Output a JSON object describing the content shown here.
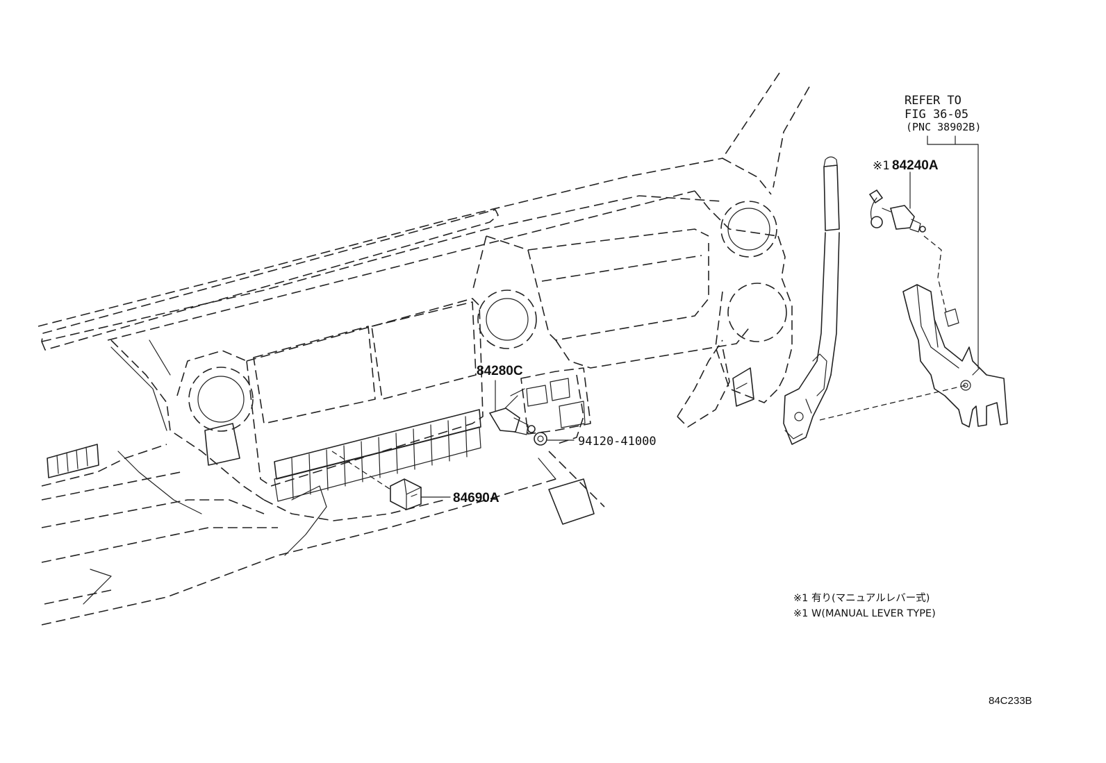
{
  "labels": {
    "part_84280c": "84280C",
    "part_94120": "94120-41000",
    "part_84690a": "84690A",
    "part_84240a": "84240A",
    "ref_mark": "※1",
    "refer_line1": "REFER TO",
    "refer_line2": "FIG 36-05",
    "refer_line3": "(PNC 38902B)"
  },
  "notes": {
    "note_jp": "※1 有り(マニュアルレバー式)",
    "note_en": "※1 W(MANUAL LEVER TYPE)"
  },
  "figure_code": "84C233B"
}
